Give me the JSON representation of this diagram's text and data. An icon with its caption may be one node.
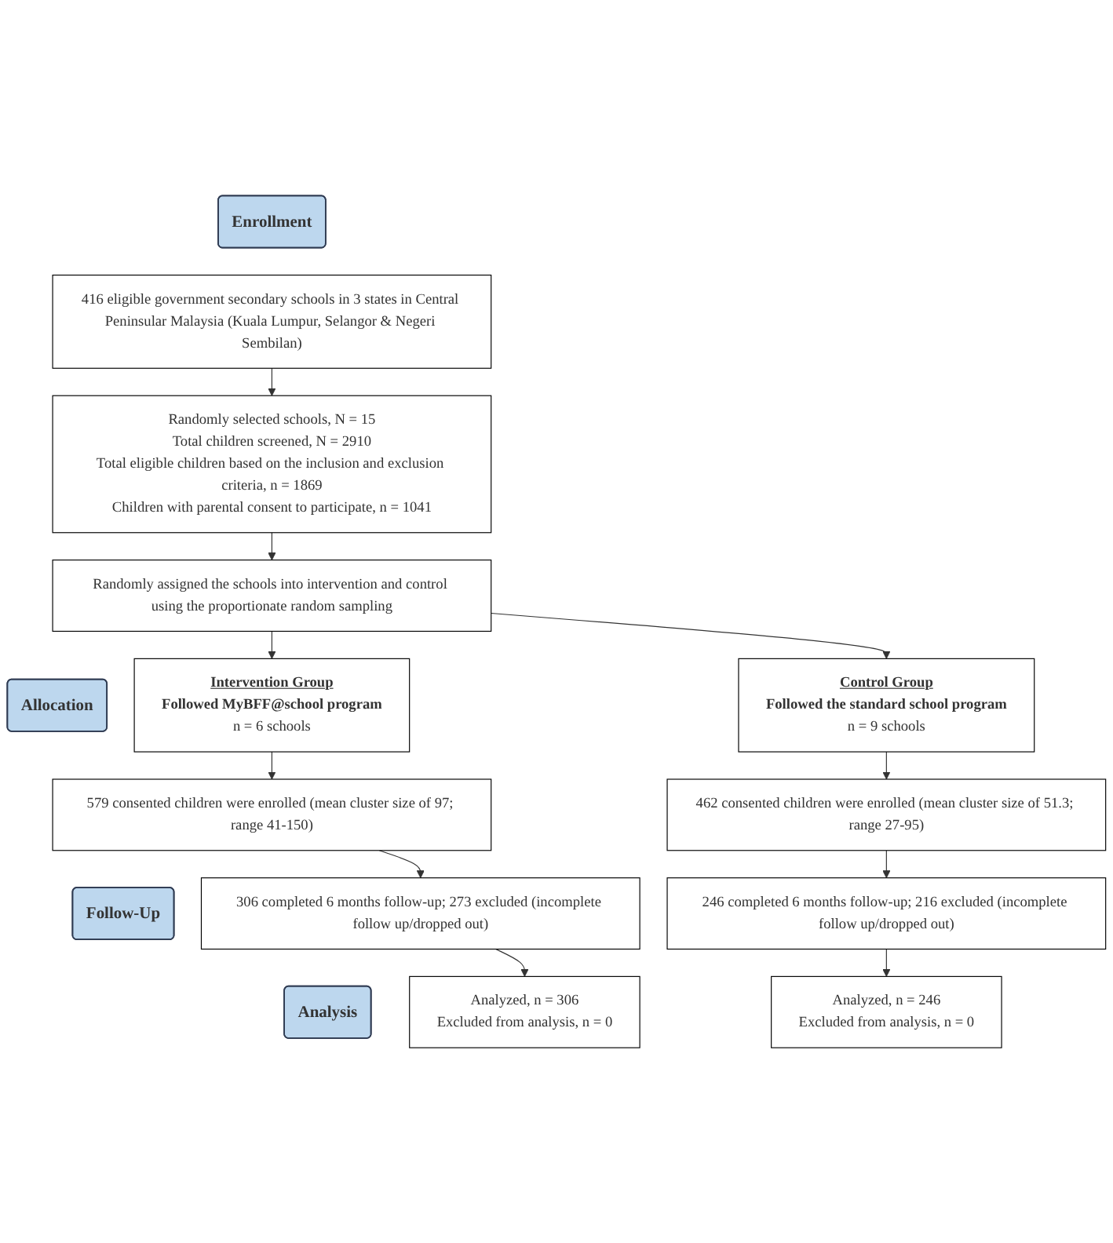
{
  "diagram": {
    "nodes": [
      {
        "text": [
          "Enrollment"
        ]
      },
      {
        "text": [
          "416 eligible government secondary schools in 3 states in Central Peninsular Malaysia (Kuala Lumpur, Selangor & Negeri Sembilan)"
        ]
      },
      {
        "text": [
          "Randomly selected schools, N = 15",
          "Total children screened, N = 2910",
          "Total eligible children based on the inclusion and exclusion criteria, n = 1869",
          "Children with parental consent to participate, n = 1041"
        ]
      },
      {
        "text": [
          "Randomly assigned the schools into intervention and control using the proportionate random sampling"
        ]
      },
      {
        "text": [
          "Allocation"
        ]
      },
      {
        "text": [
          "Intervention Group",
          "Followed MyBFF@school program",
          "n = 6 schools"
        ]
      },
      {
        "text": [
          "Control Group",
          "Followed the standard school program",
          "n = 9 schools"
        ]
      },
      {
        "text": [
          "579 consented children were enrolled (mean cluster size of 97; range 41-150)"
        ]
      },
      {
        "text": [
          "462 consented children were enrolled (mean cluster size of 51.3; range 27-95)"
        ]
      },
      {
        "text": [
          "Follow-Up"
        ]
      },
      {
        "text": [
          "306 completed 6 months follow-up; 273 excluded (incomplete follow up/dropped out)"
        ]
      },
      {
        "text": [
          "246 completed 6 months follow-up; 216 excluded (incomplete follow up/dropped out)"
        ]
      },
      {
        "text": [
          "Analysis"
        ]
      },
      {
        "text": [
          "Analyzed, n = 306",
          "Excluded from analysis, n = 0"
        ]
      },
      {
        "text": [
          "Analyzed, n = 246",
          "Excluded from analysis, n = 0"
        ]
      }
    ],
    "edges": [
      {
        "from": 1,
        "to": 2,
        "arrow": "to"
      },
      {
        "from": 2,
        "to": 3,
        "arrow": "to"
      },
      {
        "from": 3,
        "to": 5,
        "arrow": "to"
      },
      {
        "from": 3,
        "to": 6,
        "arrow": "to"
      },
      {
        "from": 5,
        "to": 7,
        "arrow": "to"
      },
      {
        "from": 6,
        "to": 8,
        "arrow": "to"
      },
      {
        "from": 7,
        "to": 10,
        "arrow": "to"
      },
      {
        "from": 8,
        "to": 11,
        "arrow": "to"
      },
      {
        "from": 10,
        "to": 13,
        "arrow": "to"
      },
      {
        "from": 11,
        "to": 14,
        "arrow": "to"
      }
    ]
  }
}
